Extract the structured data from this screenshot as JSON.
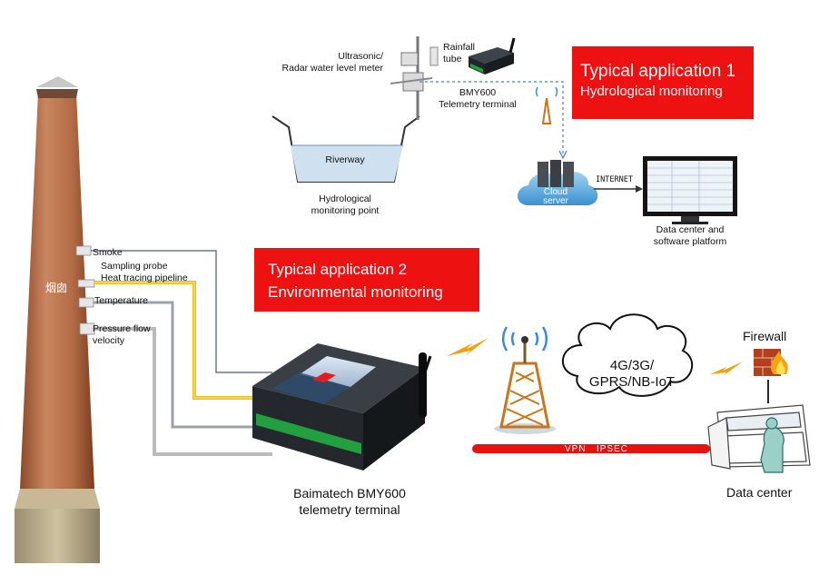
{
  "app1": {
    "title": "Typical application 1",
    "subtitle": "Hydrological monitoring"
  },
  "app2": {
    "title": "Typical application 2",
    "subtitle": "Environmental monitoring"
  },
  "hydro": {
    "water_level_meter": [
      "Ultrasonic/",
      "Radar water level meter"
    ],
    "rainfall": [
      "Rainfall",
      "tube"
    ],
    "terminal": [
      "BMY600",
      "Telemetry terminal"
    ],
    "riverway": "Riverway",
    "monitoring_point": [
      "Hydrological",
      "monitoring point"
    ],
    "cloud": [
      "Cloud",
      "server"
    ],
    "internet": "INTERNET",
    "data_center": [
      "Data center and",
      "software platform"
    ]
  },
  "chimney": {
    "label": "烟囱",
    "smoke": "Smoke",
    "sampling": [
      "Sampling probe",
      "Heat tracing pipeline"
    ],
    "temperature": "Temperature",
    "pressure": [
      "Pressure flow",
      "velocity"
    ]
  },
  "env": {
    "device": [
      "Baimatech BMY600",
      "telemetry terminal"
    ],
    "network": [
      "4G/3G/",
      "GPRS/NB-IoT"
    ],
    "vpn": "VPN   IPSEC",
    "firewall": "Firewall",
    "data_center": "Data center"
  },
  "colors": {
    "red": "#ee1111",
    "chimney": "#b8714a",
    "pipe_yellow": "#e8c020",
    "vpn_red": "#e81010"
  }
}
